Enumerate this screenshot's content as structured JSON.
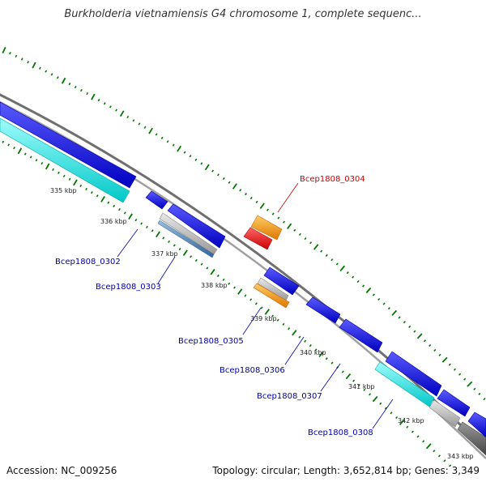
{
  "title": "Burkholderia vietnamiensis G4 chromosome 1, complete sequenc...",
  "accession": "Accession: NC_009256",
  "topology": "Topology: circular; Length: 3,652,814 bp; Genes: 3,349",
  "colors": {
    "backbone": "#888888",
    "forward_gene": "#0000dd",
    "tick_green": "#007700",
    "label_blue": "#0000aa",
    "label_red": "#cc0000",
    "highlight_orange": "#ff9900",
    "highlight_red": "#ee0000",
    "rna_cyan": "#00dddd",
    "pseudo_gray": "#aaaaaa",
    "dark_gray": "#555555",
    "steel_blue": "#4477aa"
  },
  "scale_labels": [
    "335 kbp",
    "336 kbp",
    "337 kbp",
    "338 kbp",
    "339 kbp",
    "340 kbp",
    "341 kbp",
    "342 kbp",
    "343 kbp"
  ],
  "gene_labels": [
    {
      "name": "Bcep1808_0302",
      "color": "blue"
    },
    {
      "name": "Bcep1808_0303",
      "color": "blue"
    },
    {
      "name": "Bcep1808_0304",
      "color": "red"
    },
    {
      "name": "Bcep1808_0305",
      "color": "blue"
    },
    {
      "name": "Bcep1808_0306",
      "color": "blue"
    },
    {
      "name": "Bcep1808_0307",
      "color": "blue"
    },
    {
      "name": "Bcep1808_0308",
      "color": "blue"
    }
  ]
}
